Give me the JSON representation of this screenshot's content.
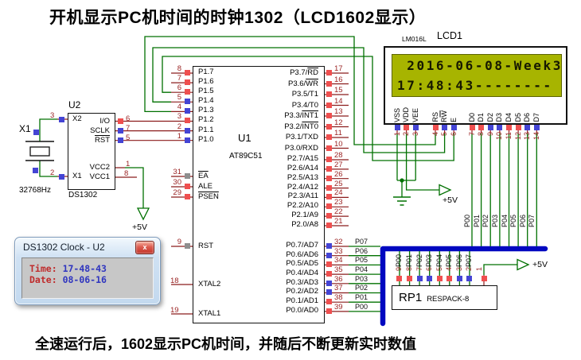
{
  "title": "开机显示PC机时间的时钟1302（LCD1602显示）",
  "caption": "全速运行后，1602显示PC机时间，并随后不断更新实时数值",
  "colors": {
    "wire_green": "#007000",
    "pin_dark_red": "#8b1c1c",
    "bus_blue": "#0008c0",
    "state_red": "#ef4f4f",
    "state_blue": "#4444d4",
    "state_gray": "#8f8f8f",
    "lcd_screen": "#a7b400"
  },
  "power": {
    "plus5v": "+5V"
  },
  "u1": {
    "ref": "U1",
    "part": "AT89C51",
    "p1": [
      {
        "num": 8,
        "pre": "P1.7",
        "ov": "",
        "sqc": "sq red"
      },
      {
        "num": 7,
        "pre": "P1.6",
        "ov": "",
        "sqc": "sq red"
      },
      {
        "num": 6,
        "pre": "P1.5",
        "ov": "",
        "sqc": "sq red"
      },
      {
        "num": 5,
        "pre": "P1.4",
        "ov": "",
        "sqc": "sq blue"
      },
      {
        "num": 4,
        "pre": "P1.3",
        "ov": "",
        "sqc": "sq blue"
      },
      {
        "num": 3,
        "pre": "P1.2",
        "ov": "",
        "sqc": "sq red"
      },
      {
        "num": 2,
        "pre": "P1.1",
        "ov": "",
        "sqc": "sq blue"
      },
      {
        "num": 1,
        "pre": "P1.0",
        "ov": "",
        "sqc": "sq blue"
      }
    ],
    "ctrl": [
      {
        "num": 31,
        "pre": "",
        "ov": "EA",
        "sqc": "sq gray"
      },
      {
        "num": 30,
        "pre": "ALE",
        "ov": "",
        "sqc": "sq red"
      },
      {
        "num": 29,
        "pre": "",
        "ov": "PSEN",
        "sqc": "sq red"
      }
    ],
    "rst": {
      "num": 9,
      "label": "RST"
    },
    "xtal2": {
      "num": 18,
      "label": "XTAL2"
    },
    "xtal1": {
      "num": 19,
      "label": "XTAL1"
    },
    "p3": [
      {
        "num": 17,
        "pre": "P3.7/",
        "ov": "RD",
        "sqc": "sq red"
      },
      {
        "num": 16,
        "pre": "P3.6/",
        "ov": "WR",
        "sqc": "sq red"
      },
      {
        "num": 15,
        "pre": "P3.5/T1",
        "ov": "",
        "sqc": "sq red"
      },
      {
        "num": 14,
        "pre": "P3.4/T0",
        "ov": "",
        "sqc": "sq red"
      },
      {
        "num": 13,
        "pre": "P3.3/",
        "ov": "INT1",
        "sqc": "sq red"
      },
      {
        "num": 12,
        "pre": "P3.2/",
        "ov": "INT0",
        "sqc": "sq red"
      },
      {
        "num": 11,
        "pre": "P3.1/TXD",
        "ov": "",
        "sqc": "sq red"
      },
      {
        "num": 10,
        "pre": "P3.0/RXD",
        "ov": "",
        "sqc": "sq red"
      }
    ],
    "p2": [
      {
        "num": 28,
        "pre": "P2.7/A15",
        "ov": "",
        "sqc": "sq red"
      },
      {
        "num": 27,
        "pre": "P2.6/A14",
        "ov": "",
        "sqc": "sq red"
      },
      {
        "num": 26,
        "pre": "P2.5/A13",
        "ov": "",
        "sqc": "sq red"
      },
      {
        "num": 25,
        "pre": "P2.4/A12",
        "ov": "",
        "sqc": "sq red"
      },
      {
        "num": 24,
        "pre": "P2.3/A11",
        "ov": "",
        "sqc": "sq red"
      },
      {
        "num": 23,
        "pre": "P2.2/A10",
        "ov": "",
        "sqc": "sq red"
      },
      {
        "num": 22,
        "pre": "P2.1/A9",
        "ov": "",
        "sqc": "sq red"
      },
      {
        "num": 21,
        "pre": "P2.0/A8",
        "ov": "",
        "sqc": "sq red"
      }
    ],
    "p0": [
      {
        "num": 32,
        "pre": "P0.7/AD7",
        "ov": "",
        "net": "P07",
        "sqc": "sq blue"
      },
      {
        "num": 33,
        "pre": "P0.6/AD6",
        "ov": "",
        "net": "P06",
        "sqc": "sq blue"
      },
      {
        "num": 34,
        "pre": "P0.5/AD5",
        "ov": "",
        "net": "P05",
        "sqc": "sq red"
      },
      {
        "num": 35,
        "pre": "P0.4/AD4",
        "ov": "",
        "net": "P04",
        "sqc": "sq red"
      },
      {
        "num": 36,
        "pre": "P0.3/AD3",
        "ov": "",
        "net": "P03",
        "sqc": "sq blue"
      },
      {
        "num": 37,
        "pre": "P0.2/AD2",
        "ov": "",
        "net": "P02",
        "sqc": "sq blue"
      },
      {
        "num": 38,
        "pre": "P0.1/AD1",
        "ov": "",
        "net": "P01",
        "sqc": "sq red"
      },
      {
        "num": 39,
        "pre": "P0.0/AD0",
        "ov": "",
        "net": "P00",
        "sqc": "sq red"
      }
    ]
  },
  "u2": {
    "ref": "U2",
    "part": "DS1302",
    "left": [
      {
        "num": 3,
        "pre": "X2",
        "ov": "",
        "sqc": "sq blue"
      },
      {
        "num": 2,
        "pre": "X1",
        "ov": "",
        "sqc": "sq blue"
      }
    ],
    "right": [
      {
        "num": 6,
        "pre": "I/O",
        "ov": "",
        "sqc": "sq red"
      },
      {
        "num": 7,
        "pre": "SCLK",
        "ov": "",
        "sqc": "sq blue"
      },
      {
        "num": 5,
        "pre": "",
        "ov": "RST",
        "sqc": "sq blue"
      }
    ],
    "vcc2": {
      "num": 1,
      "label": "VCC2"
    },
    "vcc1": {
      "num": 8,
      "label": "VCC1"
    }
  },
  "x1": {
    "ref": "X1",
    "freq": "32768Hz"
  },
  "lcd": {
    "ref": "LCD1",
    "part": "LM016L",
    "line1": " 2016-06-08-Week3",
    "line2": "17:48:43--------",
    "power_pins": [
      {
        "num": 1,
        "pre": "VSS",
        "ov": "",
        "sqc": "sq blue"
      },
      {
        "num": 2,
        "pre": "VDD",
        "ov": "",
        "sqc": "sq red"
      },
      {
        "num": 3,
        "pre": "VEE",
        "ov": "",
        "sqc": "sq blue"
      }
    ],
    "ctrl_pins": [
      {
        "num": 4,
        "pre": "RS",
        "ov": "",
        "sqc": "sq red"
      },
      {
        "num": 5,
        "pre": "R",
        "ov": "W",
        "sqc": "sq blue"
      },
      {
        "num": 6,
        "pre": "E",
        "ov": "",
        "sqc": "sq blue"
      }
    ],
    "data_pins": [
      {
        "num": 7,
        "pre": "D0",
        "ov": "",
        "net": "P00",
        "sqc": "sq red"
      },
      {
        "num": 8,
        "pre": "D1",
        "ov": "",
        "net": "P01",
        "sqc": "sq red"
      },
      {
        "num": 9,
        "pre": "D2",
        "ov": "",
        "net": "P02",
        "sqc": "sq blue"
      },
      {
        "num": 10,
        "pre": "D3",
        "ov": "",
        "net": "P03",
        "sqc": "sq blue"
      },
      {
        "num": 11,
        "pre": "D4",
        "ov": "",
        "net": "P04",
        "sqc": "sq red"
      },
      {
        "num": 12,
        "pre": "D5",
        "ov": "",
        "net": "P05",
        "sqc": "sq red"
      },
      {
        "num": 13,
        "pre": "D6",
        "ov": "",
        "net": "P06",
        "sqc": "sq blue"
      },
      {
        "num": 14,
        "pre": "D7",
        "ov": "",
        "net": "P07",
        "sqc": "sq blue"
      }
    ]
  },
  "rp1": {
    "ref": "RP1",
    "part": "RESPACK-8",
    "pins": [
      {
        "num": 9,
        "net": "P00",
        "sqc": "sq red"
      },
      {
        "num": 8,
        "net": "P01",
        "sqc": "sq red"
      },
      {
        "num": 7,
        "net": "P02",
        "sqc": "sq blue"
      },
      {
        "num": 6,
        "net": "P03",
        "sqc": "sq blue"
      },
      {
        "num": 5,
        "net": "P04",
        "sqc": "sq red"
      },
      {
        "num": 4,
        "net": "P05",
        "sqc": "sq red"
      },
      {
        "num": 3,
        "net": "P06",
        "sqc": "sq blue"
      },
      {
        "num": 2,
        "net": "P07",
        "sqc": "sq blue"
      }
    ],
    "pin1": {
      "num": 1,
      "sqc": "sq red"
    }
  },
  "popup": {
    "title": "DS1302 Clock - U2",
    "close": "x",
    "time_label": "Time:",
    "time_value": "17-48-43",
    "date_label": "Date:",
    "date_value": "08-06-16"
  }
}
